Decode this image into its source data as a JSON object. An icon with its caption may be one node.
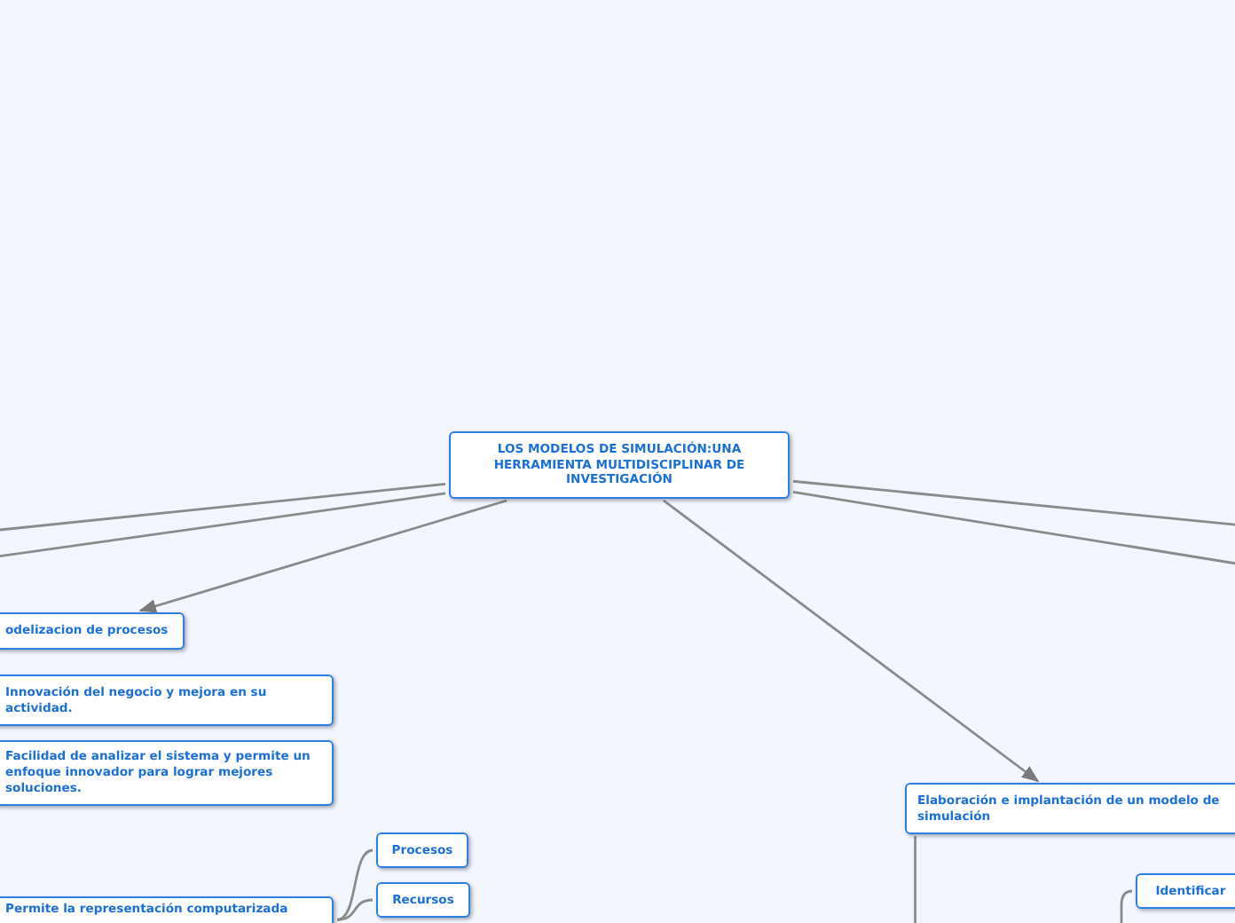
{
  "diagram": {
    "nodes": [
      {
        "text": [
          "LOS MODELOS DE SIMULACIÓN:UNA HERRAMIENTA MULTIDISCIPLINAR DE INVESTIGACIÓN"
        ]
      },
      {
        "text": [
          "odelizacion de procesos"
        ]
      },
      {
        "text": [
          "Innovación  del negocio y mejora en su actividad."
        ]
      },
      {
        "text": [
          "Facilidad de analizar el sistema y permite un enfoque innovador para lograr mejores soluciones."
        ]
      },
      {
        "text": [
          "Permite la representación computarizada"
        ]
      },
      {
        "text": [
          "Procesos"
        ]
      },
      {
        "text": [
          "Recursos"
        ]
      },
      {
        "text": [
          "Elaboración e implantación de un modelo de simulación"
        ]
      },
      {
        "text": [
          "Identificar"
        ]
      }
    ],
    "edges": [
      {
        "from": 0,
        "to": null,
        "arrow": "none"
      },
      {
        "from": 0,
        "to": null,
        "arrow": "none"
      },
      {
        "from": 0,
        "to": null,
        "arrow": "none"
      },
      {
        "from": 0,
        "to": null,
        "arrow": "none"
      },
      {
        "from": 0,
        "to": 1,
        "arrow": "to"
      },
      {
        "from": 0,
        "to": 7,
        "arrow": "to"
      },
      {
        "from": 4,
        "to": 5,
        "arrow": "none"
      },
      {
        "from": 4,
        "to": 6,
        "arrow": "none"
      },
      {
        "from": 7,
        "to": 8,
        "arrow": "none"
      }
    ]
  }
}
